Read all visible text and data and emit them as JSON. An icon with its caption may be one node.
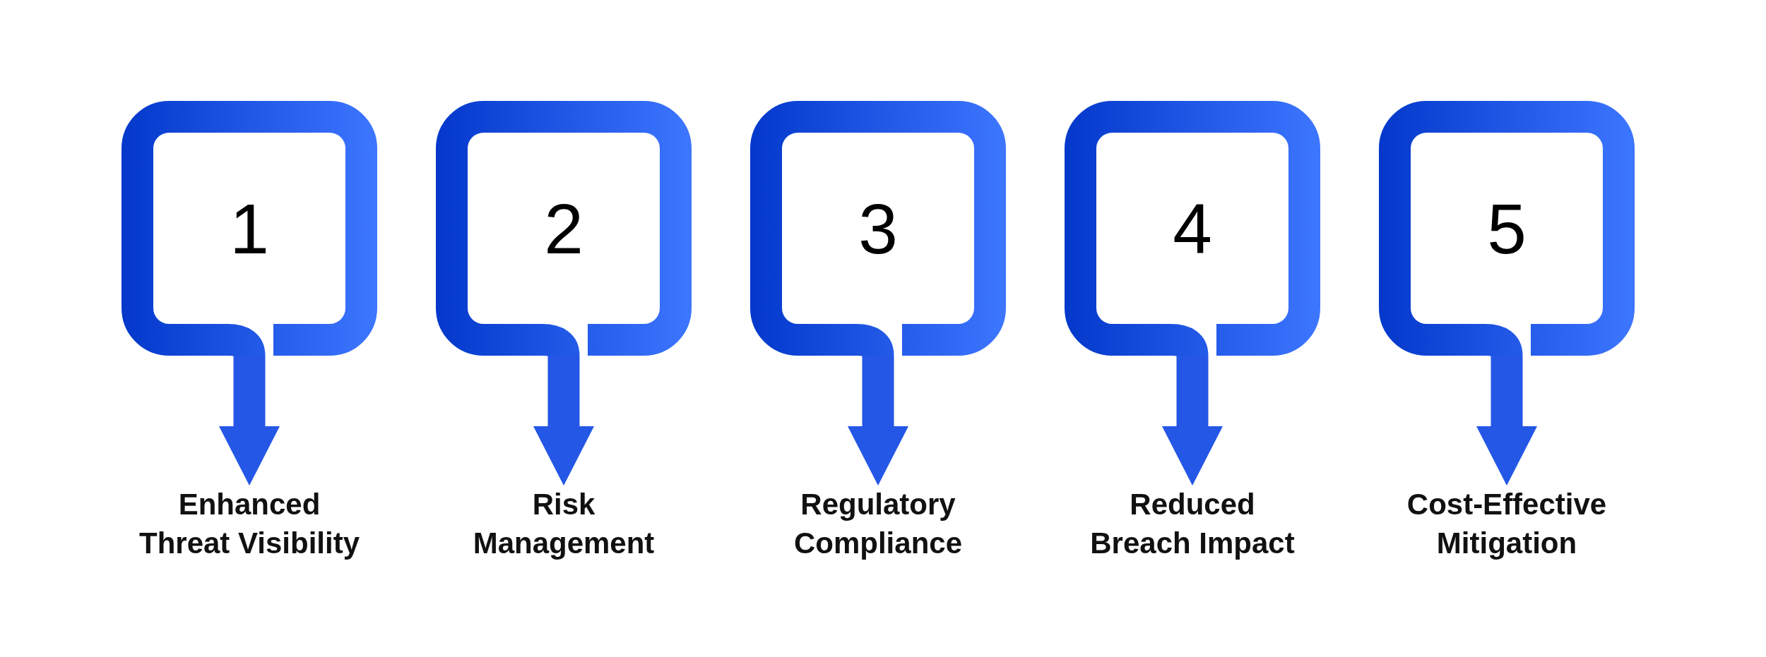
{
  "diagram": {
    "nodes": [
      {
        "text": [
          "1"
        ]
      },
      {
        "text": [
          "2"
        ]
      },
      {
        "text": [
          "3"
        ]
      },
      {
        "text": [
          "4"
        ]
      },
      {
        "text": [
          "5"
        ]
      },
      {
        "text": [
          "Enhanced Threat Visibility"
        ]
      },
      {
        "text": [
          "Risk Management"
        ]
      },
      {
        "text": [
          "Regulatory Compliance"
        ]
      },
      {
        "text": [
          "Reduced Breach Impact"
        ]
      },
      {
        "text": [
          "Cost-Effective Mitigation"
        ]
      }
    ],
    "edges": [
      {
        "from": 0,
        "to": 5,
        "arrow": "to"
      },
      {
        "from": 1,
        "to": 6,
        "arrow": "to"
      },
      {
        "from": 2,
        "to": 7,
        "arrow": "to"
      },
      {
        "from": 3,
        "to": 8,
        "arrow": "to"
      },
      {
        "from": 4,
        "to": 9,
        "arrow": "to"
      }
    ]
  }
}
